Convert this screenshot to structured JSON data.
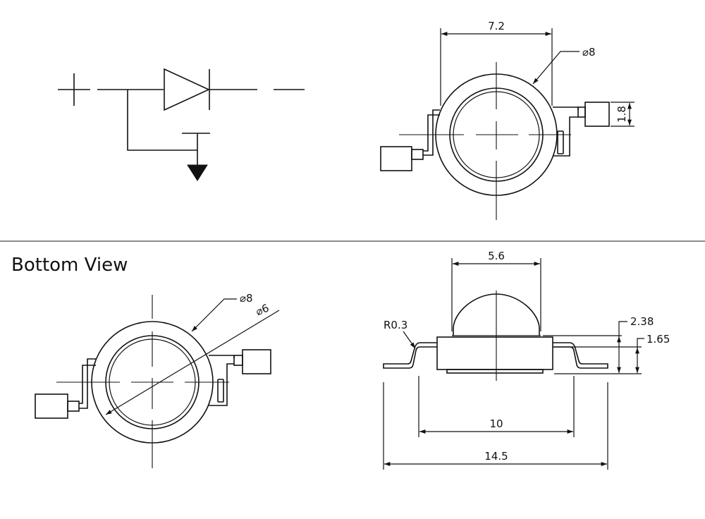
{
  "labels": {
    "bottom_view": "Bottom View",
    "top_width": "7.2",
    "top_outer_dia": "⌀8",
    "top_tab_height": "1.8",
    "bottom_outer_dia": "⌀8",
    "bottom_inner_dia": "⌀6",
    "lens_width": "5.6",
    "bend_radius": "R0.3",
    "total_height": "2.38",
    "body_height": "1.65",
    "pad_span": "10",
    "overall_length": "14.5"
  }
}
